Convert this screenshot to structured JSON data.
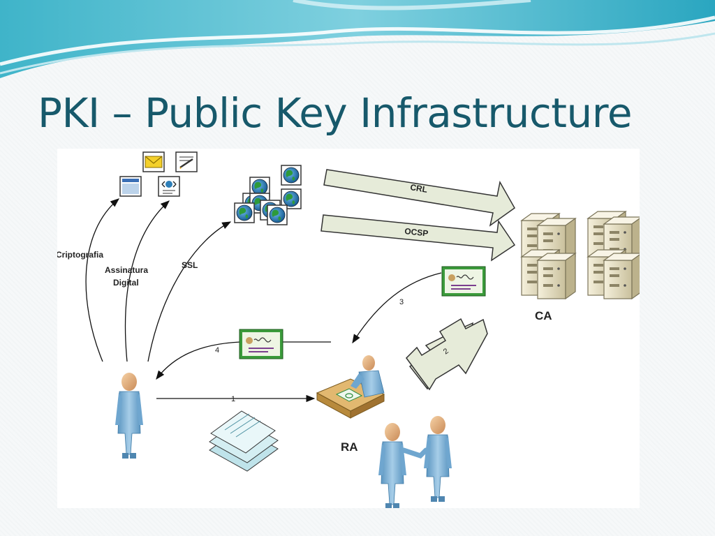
{
  "slide": {
    "title": "PKI – Public Key Infrastructure"
  },
  "diagram": {
    "labels": {
      "criptografia": "Criptografia",
      "assinatura_line1": "Assinatura",
      "assinatura_line2": "Digital",
      "ssl": "SSL",
      "crl": "CRL",
      "ocsp": "OCSP",
      "ca": "CA",
      "ra": "RA"
    },
    "steps": {
      "step1": "1",
      "step2": "2",
      "step3": "3",
      "step4": "4"
    },
    "colors": {
      "title": "#17596b",
      "person": "#7fb2d6",
      "server": "#e9e2c8",
      "arrow_fill": "#e6ebd9",
      "globe": "#2f7fb8"
    },
    "icons": [
      "window-icon",
      "envelope-icon",
      "signature-document-icon",
      "web-document-icon",
      "globe-icon",
      "certificate-icon",
      "server-icon",
      "document-stack-icon",
      "desk-worker-icon",
      "handshake-icon",
      "person-icon"
    ]
  }
}
